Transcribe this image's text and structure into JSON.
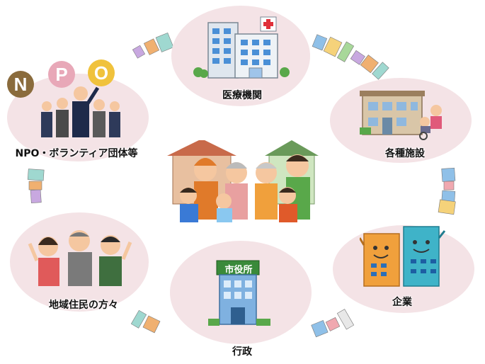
{
  "center": {
    "label": ""
  },
  "nodes": {
    "medical": {
      "label": "医療機関"
    },
    "facilities": {
      "label": "各種施設"
    },
    "company": {
      "label": "企業"
    },
    "government": {
      "label": "行政",
      "sign": "市役所"
    },
    "residents": {
      "label": "地域住民の方々"
    },
    "npo": {
      "label": "NPO・ボランティア団体等",
      "logo_letters": [
        "N",
        "P",
        "O"
      ]
    }
  },
  "colors": {
    "node_fill": "#f4e3e6",
    "building_blue": "#4a8fd6",
    "building_orange": "#f0a03c",
    "cross_red": "#e0303a"
  }
}
